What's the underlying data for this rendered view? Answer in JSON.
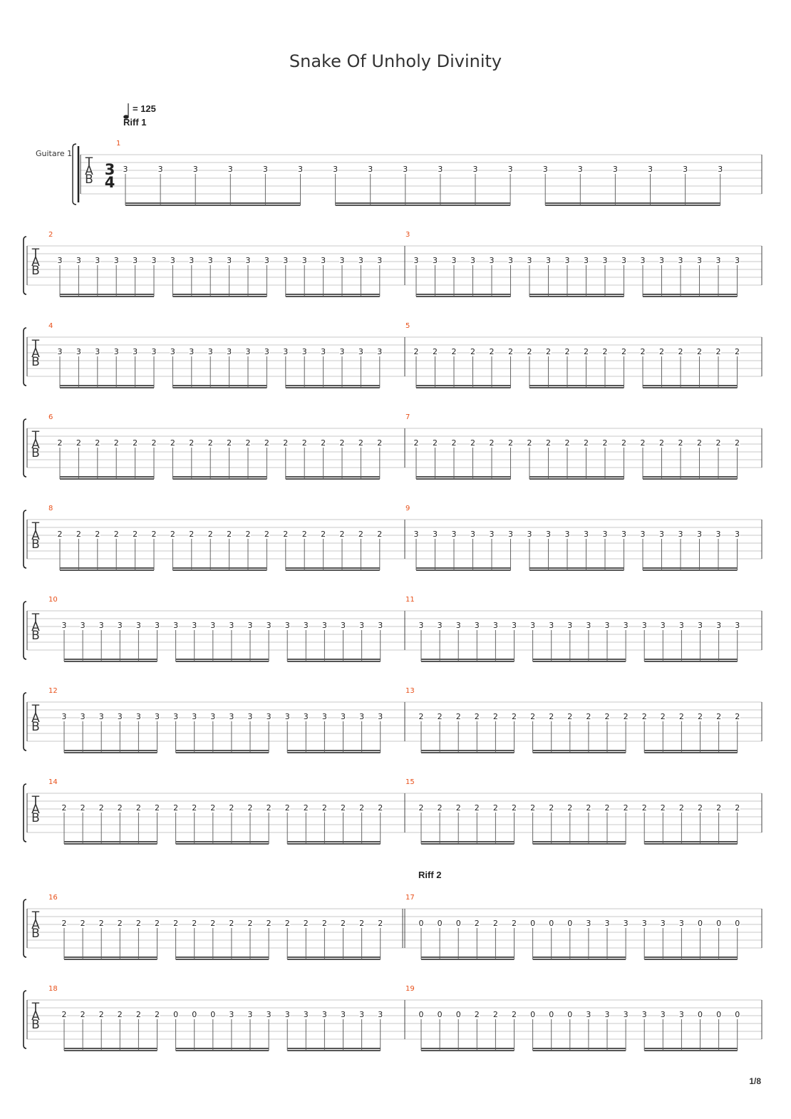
{
  "title": "Snake Of Unholy Divinity",
  "tempo": "= 125",
  "riff_1": "Riff 1",
  "riff_2": "Riff 2",
  "instrument": "Guitare 1",
  "time_signature": {
    "top": "3",
    "bottom": "4"
  },
  "tab_letters": [
    "T",
    "A",
    "B"
  ],
  "page_number": "1/8",
  "colors": {
    "measure_number": "#e8501a",
    "staff_line": "#c8c8c8",
    "beam": "#555555"
  },
  "measures": [
    {
      "number": "1",
      "frets": [
        "3",
        "3",
        "3",
        "3",
        "3",
        "3",
        "3",
        "3",
        "3",
        "3",
        "3",
        "3",
        "3",
        "3",
        "3",
        "3",
        "3",
        "3"
      ]
    },
    {
      "number": "2",
      "frets": [
        "3",
        "3",
        "3",
        "3",
        "3",
        "3",
        "3",
        "3",
        "3",
        "3",
        "3",
        "3",
        "3",
        "3",
        "3",
        "3",
        "3",
        "3"
      ]
    },
    {
      "number": "3",
      "frets": [
        "3",
        "3",
        "3",
        "3",
        "3",
        "3",
        "3",
        "3",
        "3",
        "3",
        "3",
        "3",
        "3",
        "3",
        "3",
        "3",
        "3",
        "3"
      ]
    },
    {
      "number": "4",
      "frets": [
        "3",
        "3",
        "3",
        "3",
        "3",
        "3",
        "3",
        "3",
        "3",
        "3",
        "3",
        "3",
        "3",
        "3",
        "3",
        "3",
        "3",
        "3"
      ]
    },
    {
      "number": "5",
      "frets": [
        "2",
        "2",
        "2",
        "2",
        "2",
        "2",
        "2",
        "2",
        "2",
        "2",
        "2",
        "2",
        "2",
        "2",
        "2",
        "2",
        "2",
        "2"
      ]
    },
    {
      "number": "6",
      "frets": [
        "2",
        "2",
        "2",
        "2",
        "2",
        "2",
        "2",
        "2",
        "2",
        "2",
        "2",
        "2",
        "2",
        "2",
        "2",
        "2",
        "2",
        "2"
      ]
    },
    {
      "number": "7",
      "frets": [
        "2",
        "2",
        "2",
        "2",
        "2",
        "2",
        "2",
        "2",
        "2",
        "2",
        "2",
        "2",
        "2",
        "2",
        "2",
        "2",
        "2",
        "2"
      ]
    },
    {
      "number": "8",
      "frets": [
        "2",
        "2",
        "2",
        "2",
        "2",
        "2",
        "2",
        "2",
        "2",
        "2",
        "2",
        "2",
        "2",
        "2",
        "2",
        "2",
        "2",
        "2"
      ]
    },
    {
      "number": "9",
      "frets": [
        "3",
        "3",
        "3",
        "3",
        "3",
        "3",
        "3",
        "3",
        "3",
        "3",
        "3",
        "3",
        "3",
        "3",
        "3",
        "3",
        "3",
        "3"
      ]
    },
    {
      "number": "10",
      "frets": [
        "3",
        "3",
        "3",
        "3",
        "3",
        "3",
        "3",
        "3",
        "3",
        "3",
        "3",
        "3",
        "3",
        "3",
        "3",
        "3",
        "3",
        "3"
      ]
    },
    {
      "number": "11",
      "frets": [
        "3",
        "3",
        "3",
        "3",
        "3",
        "3",
        "3",
        "3",
        "3",
        "3",
        "3",
        "3",
        "3",
        "3",
        "3",
        "3",
        "3",
        "3"
      ]
    },
    {
      "number": "12",
      "frets": [
        "3",
        "3",
        "3",
        "3",
        "3",
        "3",
        "3",
        "3",
        "3",
        "3",
        "3",
        "3",
        "3",
        "3",
        "3",
        "3",
        "3",
        "3"
      ]
    },
    {
      "number": "13",
      "frets": [
        "2",
        "2",
        "2",
        "2",
        "2",
        "2",
        "2",
        "2",
        "2",
        "2",
        "2",
        "2",
        "2",
        "2",
        "2",
        "2",
        "2",
        "2"
      ]
    },
    {
      "number": "14",
      "frets": [
        "2",
        "2",
        "2",
        "2",
        "2",
        "2",
        "2",
        "2",
        "2",
        "2",
        "2",
        "2",
        "2",
        "2",
        "2",
        "2",
        "2",
        "2"
      ]
    },
    {
      "number": "15",
      "frets": [
        "2",
        "2",
        "2",
        "2",
        "2",
        "2",
        "2",
        "2",
        "2",
        "2",
        "2",
        "2",
        "2",
        "2",
        "2",
        "2",
        "2",
        "2"
      ]
    },
    {
      "number": "16",
      "frets": [
        "2",
        "2",
        "2",
        "2",
        "2",
        "2",
        "2",
        "2",
        "2",
        "2",
        "2",
        "2",
        "2",
        "2",
        "2",
        "2",
        "2",
        "2"
      ]
    },
    {
      "number": "17",
      "frets": [
        "0",
        "0",
        "0",
        "2",
        "2",
        "2",
        "0",
        "0",
        "0",
        "3",
        "3",
        "3",
        "3",
        "3",
        "3",
        "0",
        "0",
        "0"
      ]
    },
    {
      "number": "18",
      "frets": [
        "2",
        "2",
        "2",
        "2",
        "2",
        "2",
        "0",
        "0",
        "0",
        "3",
        "3",
        "3",
        "3",
        "3",
        "3",
        "3",
        "3",
        "3"
      ]
    },
    {
      "number": "19",
      "frets": [
        "0",
        "0",
        "0",
        "2",
        "2",
        "2",
        "0",
        "0",
        "0",
        "3",
        "3",
        "3",
        "3",
        "3",
        "3",
        "0",
        "0",
        "0"
      ]
    }
  ]
}
